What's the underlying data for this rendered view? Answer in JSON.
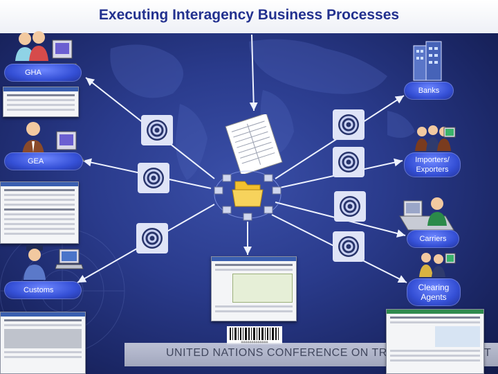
{
  "title": "Executing Interagency Business Processes",
  "footer_text": "UNITED NATIONS CONFERENCE ON TRADE A",
  "footer_tail": "T",
  "barcode_text": "0000000000000",
  "nodes": {
    "gha": "GHA",
    "gea": "GEA",
    "customs": "Customs",
    "banks": "Banks",
    "importers_l1": "Importers/",
    "importers_l2": "Exporters",
    "carriers": "Carriers",
    "clearing_l1": "Clearing",
    "clearing_l2": "Agents"
  },
  "icons": {
    "central_hub": "folder-network-icon",
    "email": "email-at-icon",
    "person": "person-icon",
    "computer": "computer-icon",
    "bank": "bank-building-icon"
  },
  "colors": {
    "background": "#2a3b8c",
    "title": "#23318f",
    "pill": "#3550d6",
    "arrow": "#eef2ff",
    "hub": "#f3c02e"
  }
}
